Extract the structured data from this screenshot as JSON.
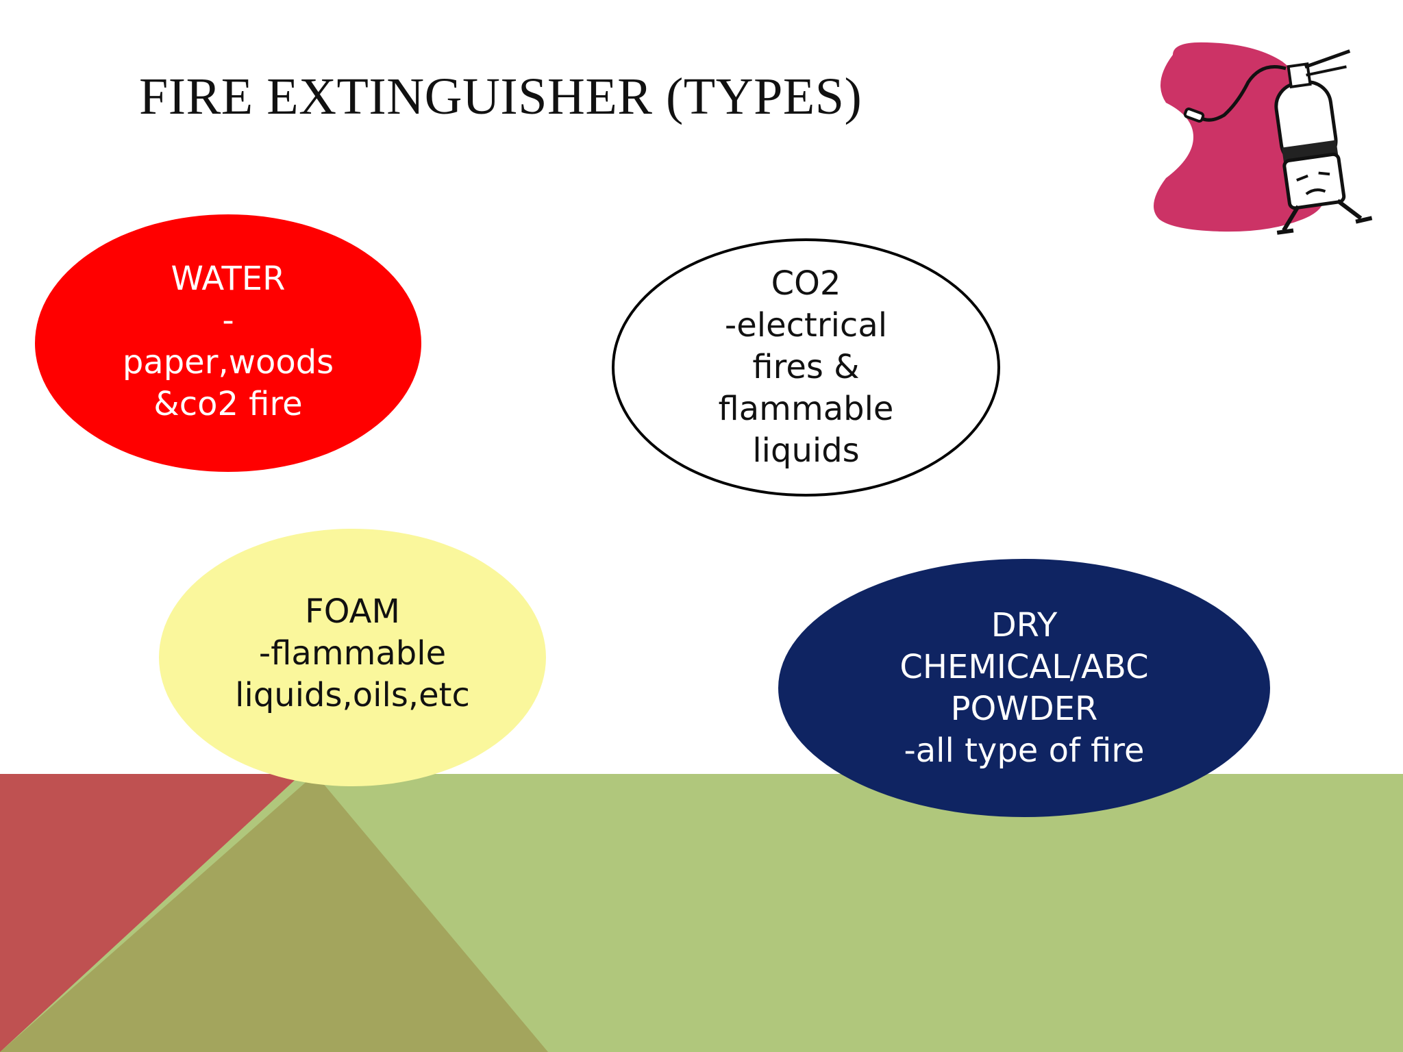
{
  "slide": {
    "title": "FIRE EXTINGUISHER (TYPES)"
  },
  "colors": {
    "water": "#ff0000",
    "co2": "#ffffff",
    "foam": "#faf79c",
    "dry_chemical": "#0f2462",
    "floor_green": "#b0c77c",
    "floor_red": "#bf5151",
    "floor_olive": "#a3a55d",
    "clipart_pink": "#cc3366"
  },
  "types": {
    "water": {
      "lines": [
        "WATER",
        "-",
        "paper,woods",
        "&co2 fire"
      ]
    },
    "co2": {
      "lines": [
        "CO2",
        "-electrical",
        "fires &",
        "flammable",
        "liquids"
      ]
    },
    "foam": {
      "lines": [
        "FOAM",
        "-flammable",
        "liquids,oils,etc"
      ]
    },
    "dry_chemical": {
      "lines": [
        "DRY",
        "CHEMICAL/ABC",
        "POWDER",
        "-all type of fire"
      ]
    }
  },
  "clipart": {
    "icon": "fire-extinguisher-icon"
  }
}
